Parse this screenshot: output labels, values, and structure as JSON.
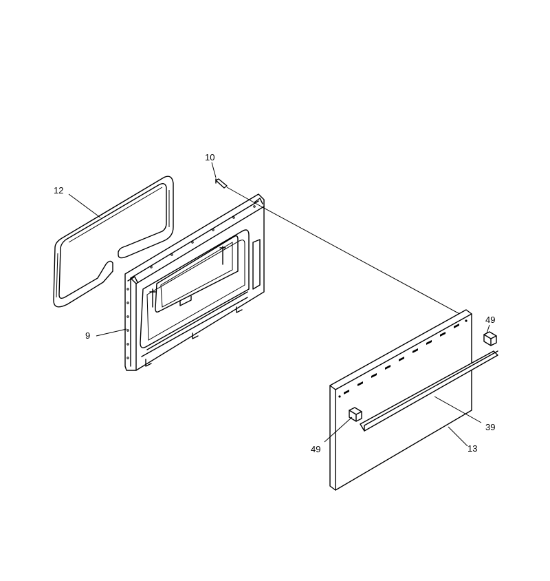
{
  "callouts": {
    "gasket": "12",
    "screw": "10",
    "inner_door": "9",
    "clip_right": "49",
    "clip_left": "49",
    "handle": "39",
    "outer_panel": "13"
  }
}
